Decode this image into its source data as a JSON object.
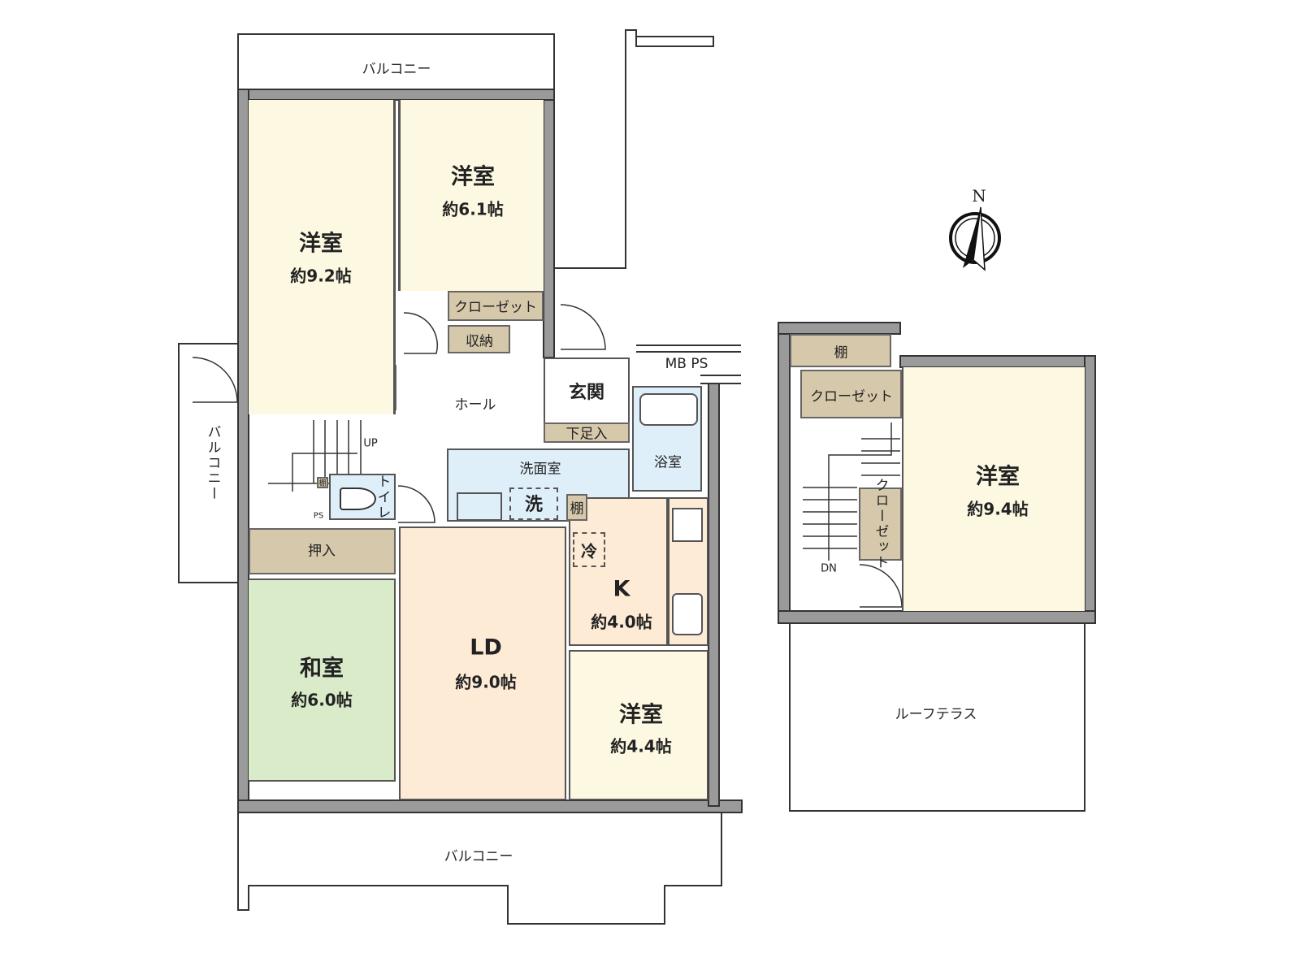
{
  "balconies": {
    "top": "バルコニー",
    "left": "バルコニー",
    "bottom": "バルコニー"
  },
  "rooms": {
    "western_a": {
      "name": "洋室",
      "size": "約9.2帖"
    },
    "western_b": {
      "name": "洋室",
      "size": "約6.1帖"
    },
    "closet_main": "クローゼット",
    "storage": "収納",
    "hall": "ホール",
    "entrance": "玄関",
    "shoe_cabinet": "下足入",
    "mb_ps": "MB PS",
    "bath": "浴室",
    "washroom": "洗面室",
    "washer": "洗",
    "shelf_wash": "棚",
    "toilet": "トイレ",
    "toilet_shelf": "棚",
    "ps": "PS",
    "stairs_up": "UP",
    "oshiire": "押入",
    "japanese": {
      "name": "和室",
      "size": "約6.0帖"
    },
    "ld": {
      "name": "LD",
      "size": "約9.0帖"
    },
    "kitchen": {
      "name": "K",
      "size": "約4.0帖"
    },
    "fridge": "冷",
    "western_c": {
      "name": "洋室",
      "size": "約4.4帖"
    }
  },
  "upper": {
    "shelf": "棚",
    "closet": "クローゼット",
    "walk_closet": "クローゼット",
    "western": {
      "name": "洋室",
      "size": "約9.4帖"
    },
    "stairs_down": "DN",
    "roof_terrace": "ルーフテラス"
  },
  "compass": {
    "label": "N",
    "icon": "north-arrow-icon"
  },
  "colors": {
    "western": "#fcf8e1",
    "ld": "#fdebd6",
    "japanese": "#d9ebc9",
    "wet": "#dfeffa",
    "storage": "#d6c9ab",
    "wall": "#9a9a9a"
  }
}
